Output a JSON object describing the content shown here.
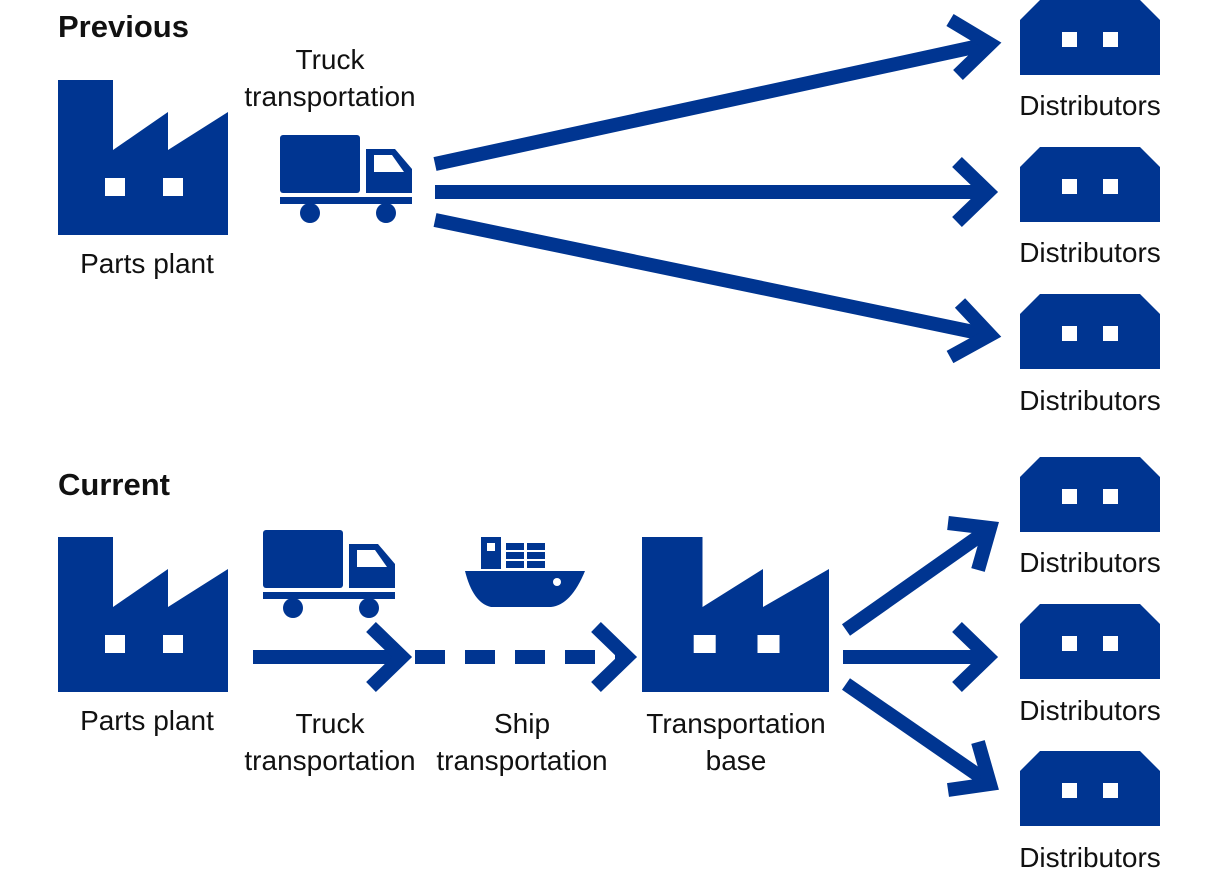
{
  "colors": {
    "brand": "#003591",
    "text": "#111111",
    "background": "#ffffff"
  },
  "previous": {
    "heading": "Previous",
    "plant_label": "Parts plant",
    "truck_label_line1": "Truck",
    "truck_label_line2": "transportation",
    "distributors": [
      "Distributors",
      "Distributors",
      "Distributors"
    ]
  },
  "current": {
    "heading": "Current",
    "plant_label": "Parts plant",
    "truck_label_line1": "Truck",
    "truck_label_line2": "transportation",
    "ship_label_line1": "Ship",
    "ship_label_line2": "transportation",
    "base_label_line1": "Transportation",
    "base_label_line2": "base",
    "distributors": [
      "Distributors",
      "Distributors",
      "Distributors"
    ]
  },
  "icons": {
    "factory": "factory-icon",
    "truck": "truck-icon",
    "ship": "ship-icon",
    "warehouse": "warehouse-icon",
    "arrow": "arrow-icon"
  }
}
